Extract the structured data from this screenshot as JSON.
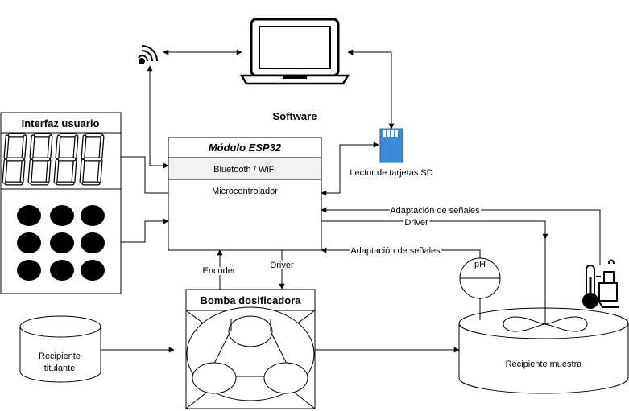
{
  "software": {
    "title": "Software"
  },
  "esp32": {
    "title": "Módulo ESP32",
    "comm": "Bluetooth / WiFi",
    "mcu": "Microcontrolador"
  },
  "interface": {
    "title": "Interfaz usuario"
  },
  "sd": {
    "label": "Lector de tarjetas SD"
  },
  "pump": {
    "title": "Bomba dosificadora"
  },
  "titrant": {
    "label": "Recipiente titulante"
  },
  "sample": {
    "label": "Recipiente muestra"
  },
  "sensor": {
    "ph": "pH"
  },
  "arrows": {
    "encoder": "Encoder",
    "driver_pump": "Driver",
    "adapt_top": "Adaptación de señales",
    "driver_stirrer": "Driver",
    "adapt_ph": "Adaptación de señales"
  },
  "icons": {
    "wifi": "wifi-icon",
    "laptop": "laptop-icon",
    "sd": "sd-card-icon",
    "thermometer": "thermometer-icon",
    "display": "seven-segment-display-icon",
    "keypad": "keypad-button-icon"
  },
  "colors": {
    "sd_card": "#3a8ad6",
    "line": "#000000"
  }
}
